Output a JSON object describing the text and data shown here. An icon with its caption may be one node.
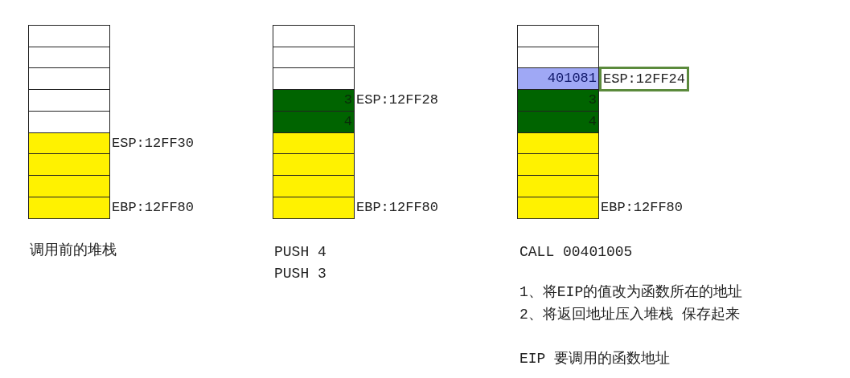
{
  "diagram": {
    "nodes": [
      {
        "text": [],
        "shape": "box"
      },
      {
        "text": [],
        "shape": "box"
      },
      {
        "text": [],
        "shape": "box"
      },
      {
        "text": [],
        "shape": "box"
      },
      {
        "text": [],
        "shape": "box"
      },
      {
        "text": [],
        "shape": "box",
        "beside": [
          "ESP:12FF30"
        ]
      },
      {
        "text": [],
        "shape": "box"
      },
      {
        "text": [],
        "shape": "box"
      },
      {
        "text": [],
        "shape": "box",
        "beside": [
          "EBP:12FF80"
        ]
      },
      {
        "text": [],
        "shape": "box"
      },
      {
        "text": [],
        "shape": "box"
      },
      {
        "text": [],
        "shape": "box"
      },
      {
        "text": [
          "3"
        ],
        "beside": [
          "ESP:12FF28"
        ]
      },
      {
        "text": [
          "4"
        ]
      },
      {
        "text": [],
        "shape": "box"
      },
      {
        "text": [],
        "shape": "box"
      },
      {
        "text": [],
        "shape": "box"
      },
      {
        "text": [],
        "shape": "box",
        "beside": [
          "EBP:12FF80"
        ]
      },
      {
        "text": [],
        "shape": "box"
      },
      {
        "text": [],
        "shape": "box"
      },
      {
        "text": [
          "401081"
        ]
      },
      {
        "text": [
          "3"
        ]
      },
      {
        "text": [
          "4"
        ]
      },
      {
        "text": [],
        "shape": "box"
      },
      {
        "text": [],
        "shape": "box"
      },
      {
        "text": [],
        "shape": "box"
      },
      {
        "text": [],
        "shape": "box",
        "beside": [
          "EBP:12FF80"
        ]
      },
      {
        "text": [
          "ESP:12FF24"
        ]
      }
    ],
    "labels": [
      "调用前的堆栈",
      "PUSH 4",
      "PUSH 3",
      "CALL 00401005",
      "1、将EIP的值改为函数所在的地址",
      "2、将返回地址压入堆栈 保存起来",
      "EIP 要调用的函数地址"
    ]
  }
}
